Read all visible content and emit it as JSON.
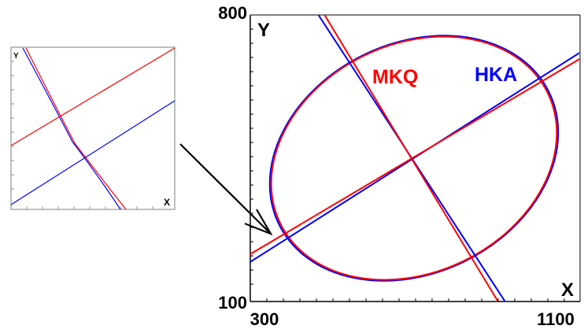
{
  "main_plot": {
    "axis": {
      "x_label": "X",
      "y_label": "Y",
      "x_min_label": "300",
      "x_max_label": "1100",
      "y_min_label": "100",
      "y_max_label": "800"
    },
    "legend": {
      "mkq": "MKQ",
      "hka": "HKA"
    }
  },
  "inset_plot": {
    "axis": {
      "x_label": "X",
      "y_label": "Y"
    }
  },
  "colors": {
    "mkq": "#ff0000",
    "hka": "#0000ff",
    "inset_frame": "#8a9a8a",
    "arrow": "#000000"
  }
}
